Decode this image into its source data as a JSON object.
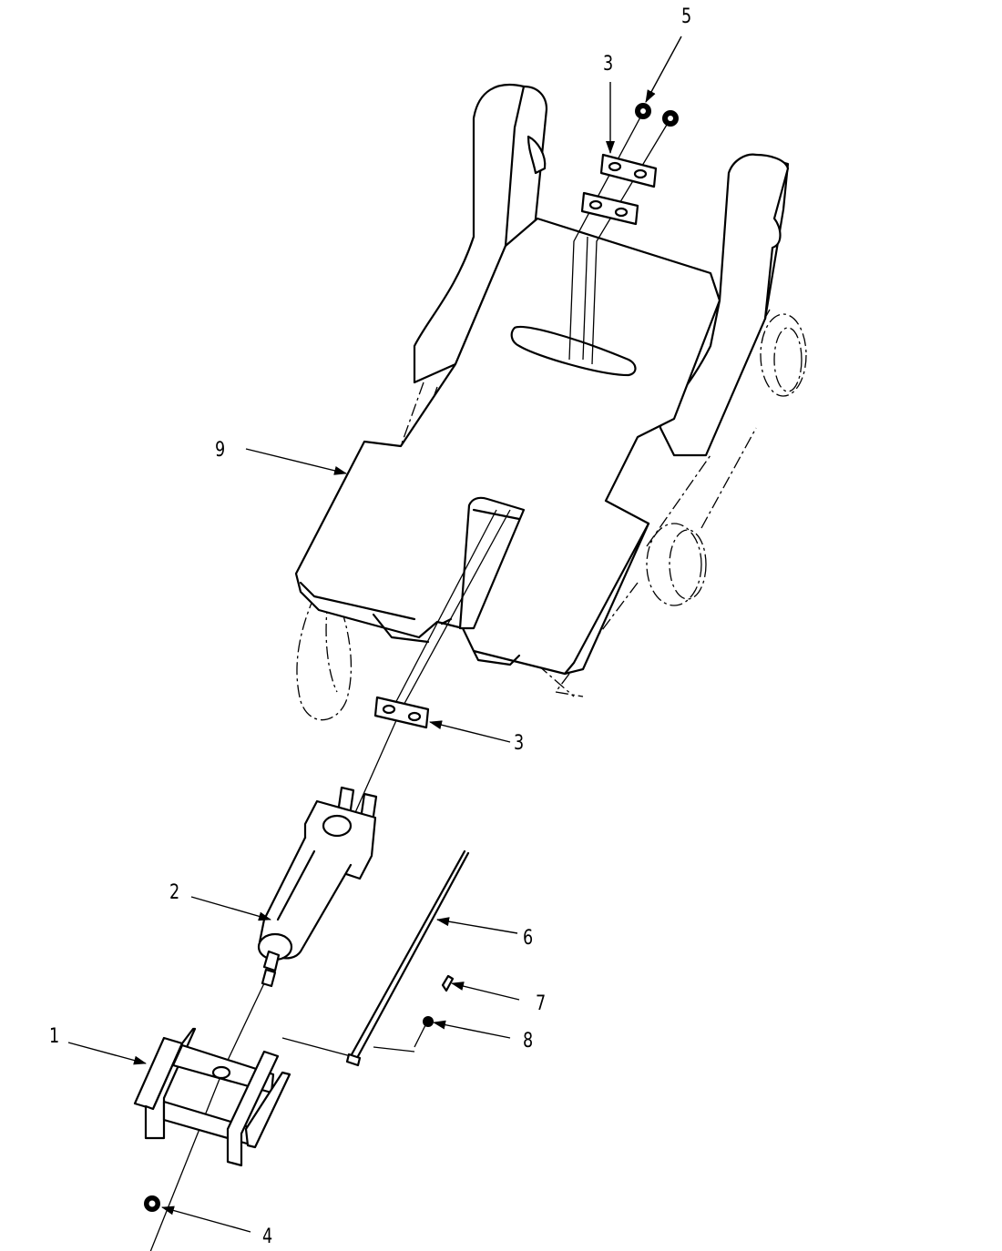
{
  "diagram": {
    "type": "exploded-parts-view",
    "callouts": [
      {
        "id": "c1",
        "label": "1",
        "part": "bracket-block"
      },
      {
        "id": "c2",
        "label": "2",
        "part": "actuator-cylinder"
      },
      {
        "id": "c3a",
        "label": "3",
        "part": "clamp-plate-top"
      },
      {
        "id": "c3b",
        "label": "3",
        "part": "clamp-plate-bottom"
      },
      {
        "id": "c4",
        "label": "4",
        "part": "nut-bottom"
      },
      {
        "id": "c5",
        "label": "5",
        "part": "nuts-top"
      },
      {
        "id": "c6",
        "label": "6",
        "part": "rod"
      },
      {
        "id": "c7",
        "label": "7",
        "part": "fitting"
      },
      {
        "id": "c8",
        "label": "8",
        "part": "ball-joint"
      },
      {
        "id": "c9",
        "label": "9",
        "part": "base-frame"
      }
    ]
  }
}
